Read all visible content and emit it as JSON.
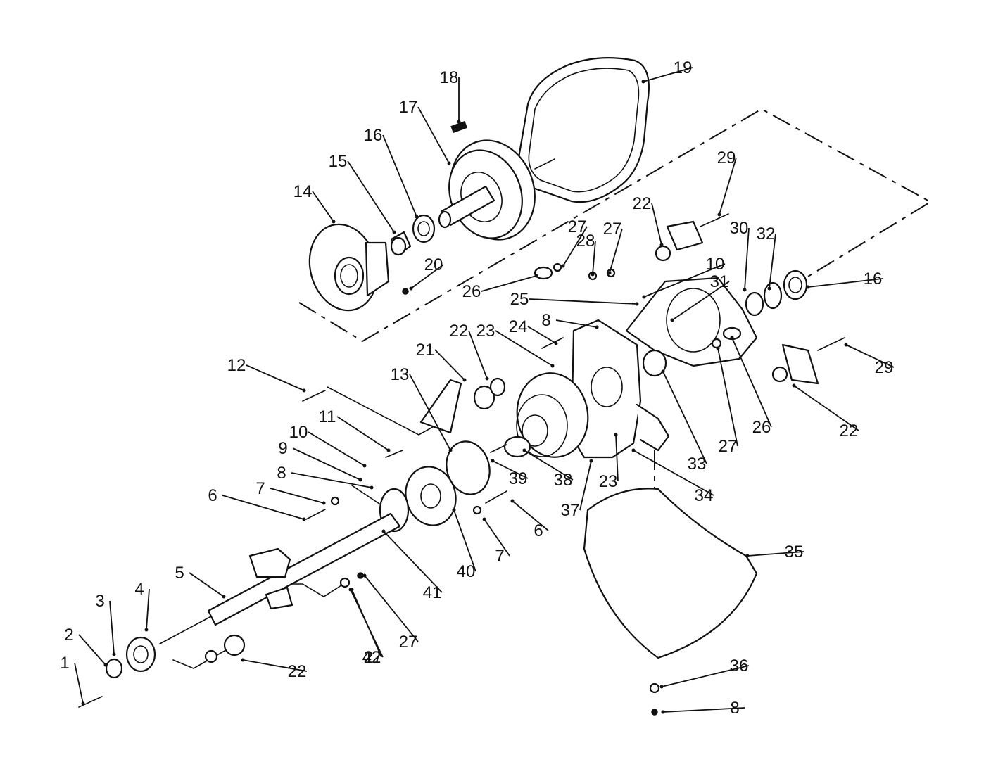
{
  "callouts": [
    {
      "label": "1"
    },
    {
      "label": "2"
    },
    {
      "label": "3"
    },
    {
      "label": "4"
    },
    {
      "label": "5"
    },
    {
      "label": "6"
    },
    {
      "label": "6"
    },
    {
      "label": "7"
    },
    {
      "label": "7"
    },
    {
      "label": "8"
    },
    {
      "label": "8"
    },
    {
      "label": "8"
    },
    {
      "label": "9"
    },
    {
      "label": "10"
    },
    {
      "label": "10"
    },
    {
      "label": "11"
    },
    {
      "label": "12"
    },
    {
      "label": "13"
    },
    {
      "label": "14"
    },
    {
      "label": "15"
    },
    {
      "label": "16"
    },
    {
      "label": "16"
    },
    {
      "label": "17"
    },
    {
      "label": "18"
    },
    {
      "label": "19"
    },
    {
      "label": "20"
    },
    {
      "label": "21"
    },
    {
      "label": "22"
    },
    {
      "label": "22"
    },
    {
      "label": "22"
    },
    {
      "label": "22"
    },
    {
      "label": "23"
    },
    {
      "label": "23"
    },
    {
      "label": "24"
    },
    {
      "label": "25"
    },
    {
      "label": "26"
    },
    {
      "label": "26"
    },
    {
      "label": "27"
    },
    {
      "label": "27"
    },
    {
      "label": "27"
    },
    {
      "label": "27"
    },
    {
      "label": "27"
    },
    {
      "label": "28"
    },
    {
      "label": "29"
    },
    {
      "label": "29"
    },
    {
      "label": "30"
    },
    {
      "label": "31"
    },
    {
      "label": "32"
    },
    {
      "label": "33"
    },
    {
      "label": "34"
    },
    {
      "label": "35"
    },
    {
      "label": "36"
    },
    {
      "label": "37"
    },
    {
      "label": "38"
    },
    {
      "label": "39"
    },
    {
      "label": "40"
    },
    {
      "label": "41"
    },
    {
      "label": "42"
    }
  ]
}
